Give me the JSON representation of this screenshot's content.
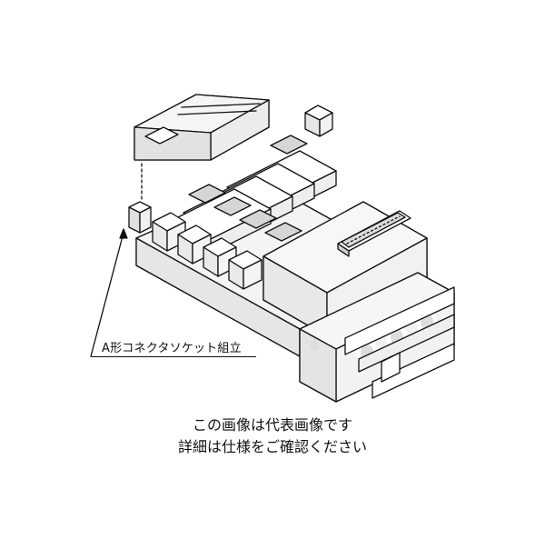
{
  "callout": {
    "label": "A形コネクタソケット組立"
  },
  "caption": {
    "line1": "この画像は代表画像です",
    "line2": "詳細は仕様をご確認ください"
  }
}
